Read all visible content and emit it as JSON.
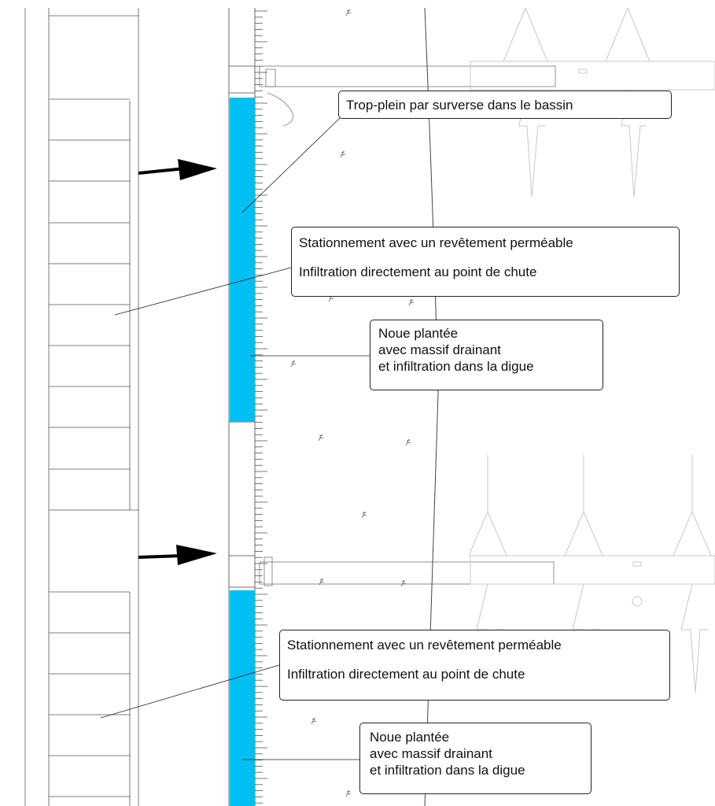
{
  "colors": {
    "swale": "#00bff3",
    "line": "#333333",
    "faint": "#c8c8c8",
    "arrow": "#000000"
  },
  "callouts": {
    "overflow": {
      "text": "Trop-plein par surverse dans le bassin"
    },
    "parking_top": {
      "line1": "Stationnement avec un revêtement perméable",
      "line2": "Infiltration directement au point de chute"
    },
    "swale_top": {
      "line1": "Noue plantée",
      "line2": "avec massif drainant",
      "line3": "et infiltration dans la digue"
    },
    "parking_bottom": {
      "line1": "Stationnement avec un revêtement perméable",
      "line2": "Infiltration directement au point de chute"
    },
    "swale_bottom": {
      "line1": "Noue plantée",
      "line2": "avec massif drainant",
      "line3": "et infiltration dans la digue"
    }
  },
  "icons": {
    "flow_arrow": "arrow-right",
    "tree_symbol": "tree-glyph"
  }
}
